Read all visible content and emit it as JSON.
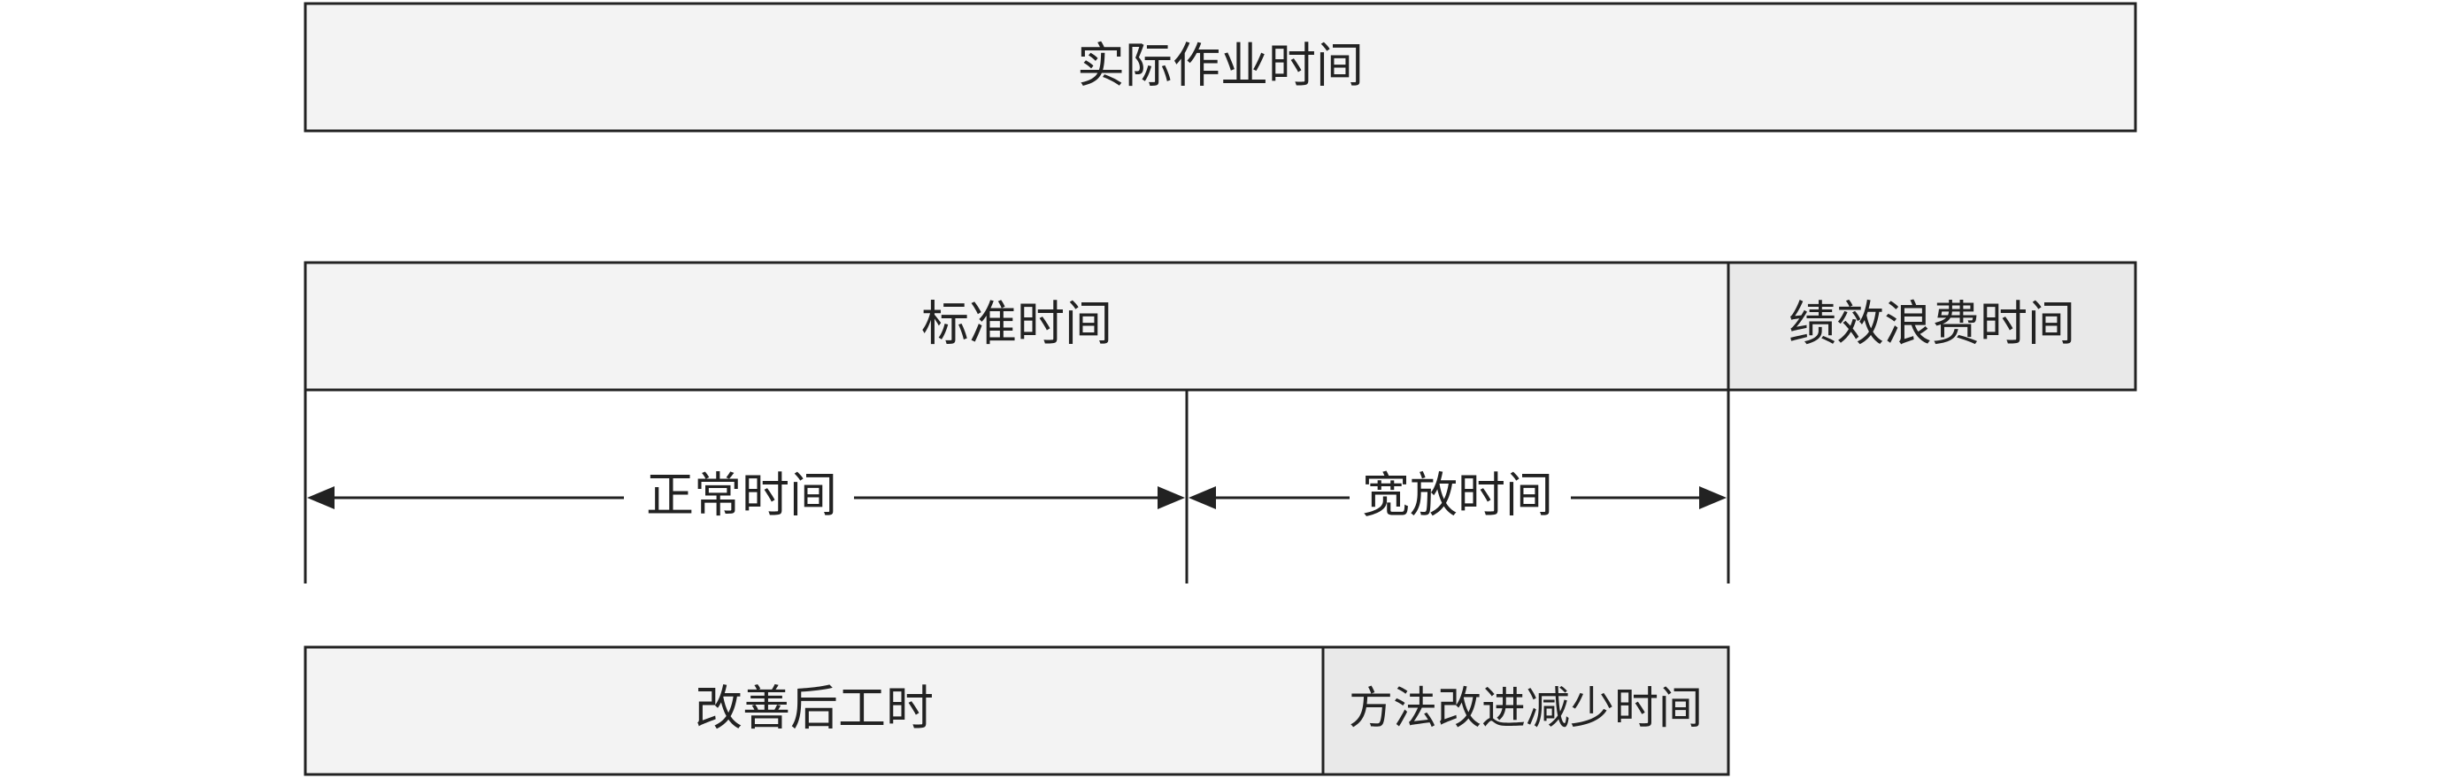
{
  "diagram": {
    "actual_time": "实际作业时间",
    "standard_time": "标准时间",
    "performance_waste_time": "绩效浪费时间",
    "normal_time": "正常时间",
    "allowance_time": "宽放时间",
    "improved_work_time": "改善后工时",
    "method_improvement_reduced_time": "方法改进减少时间"
  },
  "colors": {
    "line": "#222222",
    "box_fill_light": "#f3f3f3",
    "box_fill_mid": "#e9e9e9"
  }
}
